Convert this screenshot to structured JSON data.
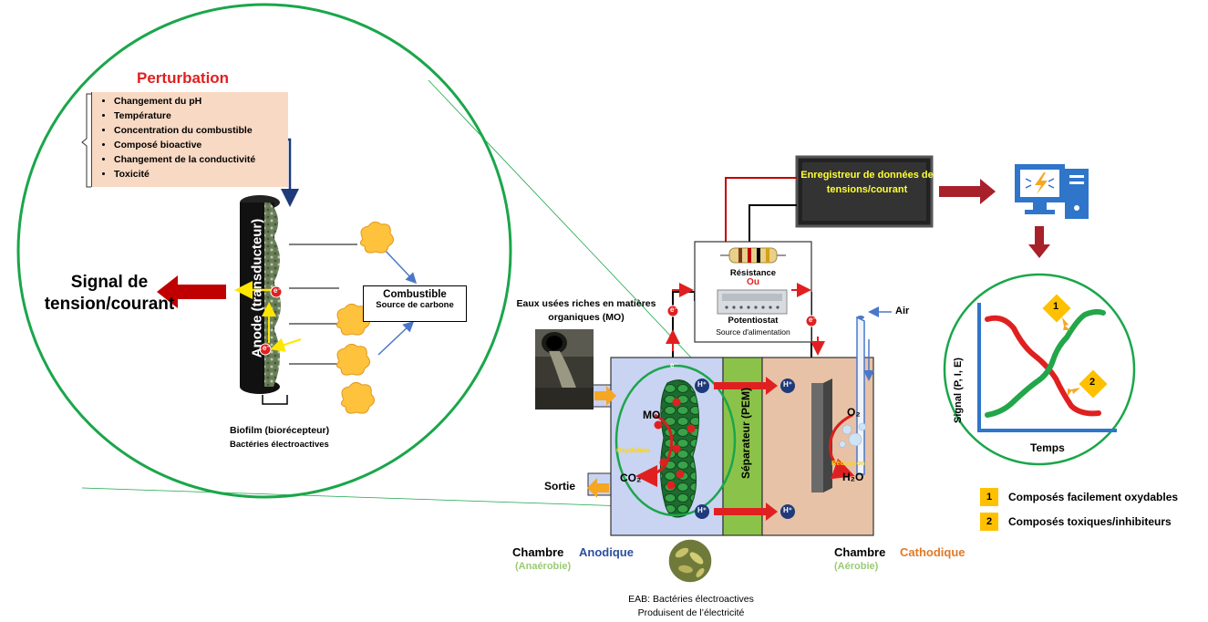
{
  "perturbation": {
    "title": "Perturbation",
    "items": [
      "Changement du pH",
      "Température",
      "Concentration du combustible",
      "Composé bioactive",
      "Changement de la conductivité",
      "Toxicité"
    ]
  },
  "zoom": {
    "signal_label": "Signal de tension/courant",
    "anode_label": "Anode (transducteur)",
    "combustible_title": "Combustible",
    "combustible_sub": "Source de carbone",
    "biofilm_title": "Biofilm (biorécepteur)",
    "biofilm_sub": "Bactéries électroactives",
    "electron": "e⁻"
  },
  "cell": {
    "eaux_label": "Eaux usées riches en matières organiques (MO)",
    "sortie": "Sortie",
    "mo": "MO",
    "co2": "CO₂",
    "oxydation": "Oxydation",
    "o2": "O₂",
    "h2o": "H₂O",
    "reduction": "Réduction",
    "separateur": "Séparateur (PEM)",
    "air": "Air",
    "proton": "H⁺",
    "electron": "e⁻",
    "chambre_anodique_a": "Chambre ",
    "chambre_anodique_b": "Anodique",
    "chambre_anodique_c": "(Anaérobie)",
    "chambre_cathodique_a": "Chambre ",
    "chambre_cathodique_b": "Cathodique",
    "chambre_cathodique_c": "(Aérobie)",
    "eab_line1": "EAB: Bactéries électroactives",
    "eab_line2": "Produisent de l’électricité"
  },
  "circuit": {
    "resistance": "Résistance",
    "ou": "Ou",
    "potentiostat": "Potentiostat",
    "potentiostat_sub": "Source d'alimentation",
    "enregistreur": "Enregistreur de données de tensions/courant"
  },
  "graph": {
    "y_axis": "Signal (P, I, E)",
    "x_axis": "Temps",
    "marker1": "1",
    "marker2": "2"
  },
  "legend": {
    "items": [
      {
        "num": "1",
        "text": "Composés facilement oxydables"
      },
      {
        "num": "2",
        "text": "Composés toxiques/inhibiteurs"
      }
    ]
  },
  "colors": {
    "circle_green": "#1aa64a",
    "arrow_red": "#c00000",
    "anode_chamber": "#c9d3f2",
    "cathode_chamber": "#e8c2a6",
    "separator": "#8bc34a",
    "perturbation_box": "#f8d9c4",
    "orange_arrow": "#f5a623",
    "monitor_blue": "#2f75c9"
  }
}
